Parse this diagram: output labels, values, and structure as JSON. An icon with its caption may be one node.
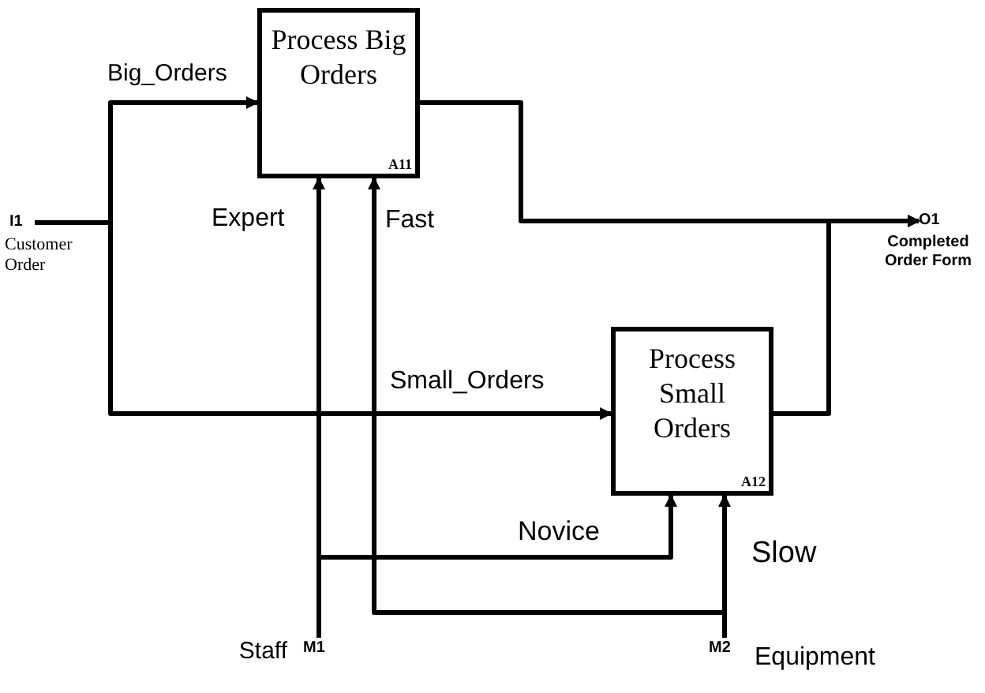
{
  "diagram": {
    "nodes": [
      {
        "text": [
          "Process Big Orders",
          "A11"
        ]
      },
      {
        "text": [
          "Process Small Orders",
          "A12"
        ]
      },
      {
        "text": [
          "I1"
        ],
        "beside": [
          "Customer Order"
        ]
      },
      {
        "text": [
          "O1"
        ],
        "beside": [
          "Completed Order Form"
        ]
      },
      {
        "text": [
          "M1"
        ],
        "beside": [
          "Staff"
        ]
      },
      {
        "text": [
          "M2"
        ],
        "beside": [
          "Equipment"
        ]
      }
    ],
    "edges": [
      {
        "from": 2,
        "to": 0,
        "arrow": "to",
        "label": "Big_Orders"
      },
      {
        "from": 2,
        "to": 1,
        "arrow": "to",
        "label": "Small_Orders"
      },
      {
        "from": 0,
        "to": 3,
        "arrow": "to"
      },
      {
        "from": 1,
        "to": 3,
        "arrow": "to"
      },
      {
        "from": 4,
        "to": 0,
        "arrow": "to",
        "label": "Expert"
      },
      {
        "from": 4,
        "to": 1,
        "arrow": "to",
        "label": "Novice"
      },
      {
        "from": 5,
        "to": 0,
        "arrow": "to",
        "label": "Fast"
      },
      {
        "from": 5,
        "to": 1,
        "arrow": "to",
        "label": "Slow"
      }
    ]
  }
}
